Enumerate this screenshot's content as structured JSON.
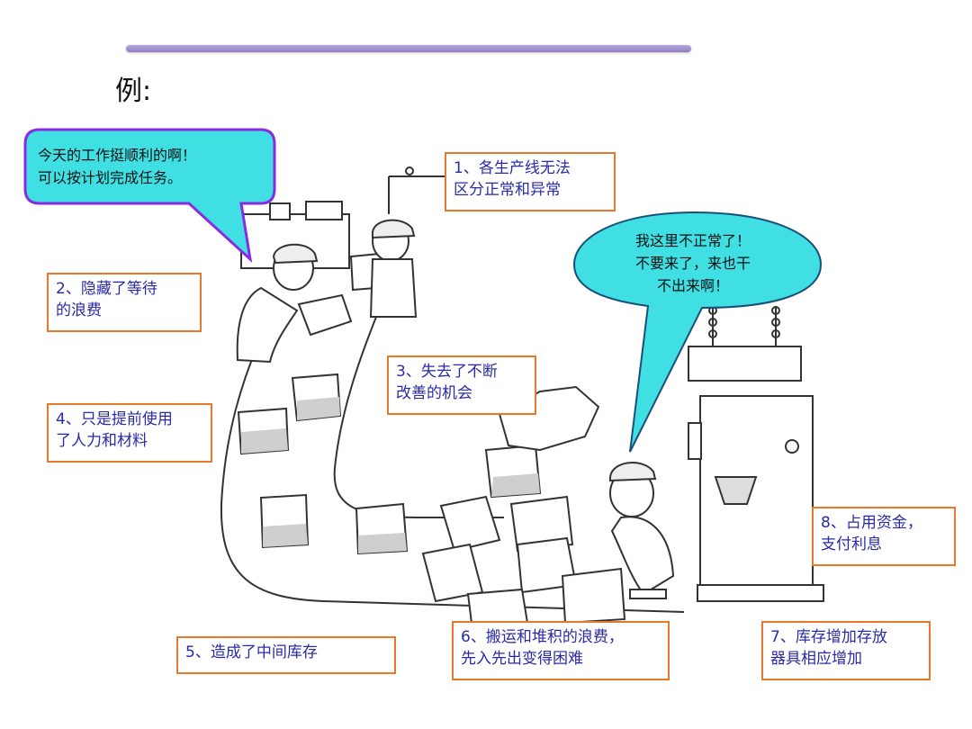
{
  "heading": "例:",
  "speech_left": {
    "lines": [
      "今天的工作挺顺利的啊！",
      "可以按计划完成任务。"
    ]
  },
  "speech_right": {
    "lines": [
      "我这里不正常了！",
      "不要来了，来也干",
      "不出来啊！"
    ]
  },
  "labels": [
    {
      "lines": [
        "1、各生产线无法",
        "区分正常和异常"
      ]
    },
    {
      "lines": [
        "2、隐藏了等待",
        "的浪费"
      ]
    },
    {
      "lines": [
        "3、失去了不断",
        "改善的机会"
      ]
    },
    {
      "lines": [
        "4、只是提前使用",
        "了人力和材料"
      ]
    },
    {
      "lines": [
        "5、造成了中间库存"
      ]
    },
    {
      "lines": [
        "6、搬运和堆积的浪费，",
        "先入先出变得困难"
      ]
    },
    {
      "lines": [
        "7、库存增加存放",
        "器具相应增加"
      ]
    },
    {
      "lines": [
        "8、占用资金，",
        "支付利息"
      ]
    }
  ],
  "colors": {
    "label_border": "#e8782a",
    "label_text": "#2a2aa8",
    "bubble_fill": "#3fdfe3",
    "bubble_left_border": "#8a2be2",
    "title_bar": "#9b8cd0"
  }
}
